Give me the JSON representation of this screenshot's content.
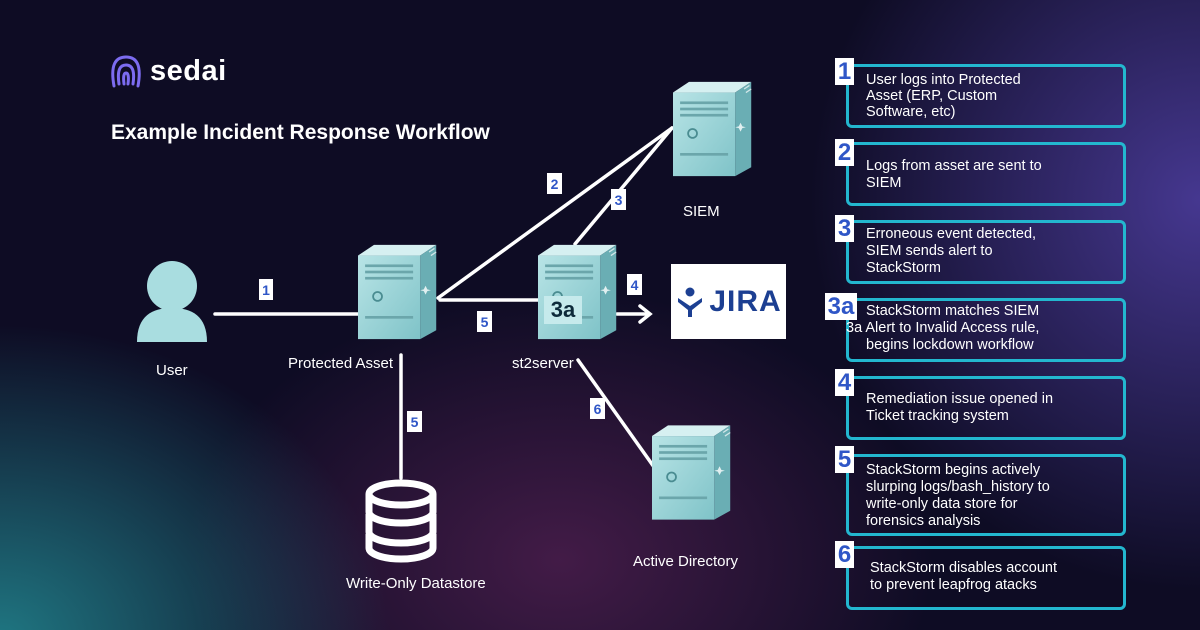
{
  "brand": {
    "name": "sedai",
    "icon": "sedai-logo-icon",
    "color": "#7c6cf0"
  },
  "title": "Example Incident Response Workflow",
  "colors": {
    "accent": "#23b7cf",
    "badge_text": "#2f56c7",
    "server": "#a9dde0",
    "person": "#a9dde0",
    "jira": "#1c3f92"
  },
  "nodes": {
    "user": "User",
    "protected_asset": "Protected Asset",
    "st2server": "st2server",
    "st2server_badge": "3a",
    "siem": "SIEM",
    "jira": "JIRA",
    "active_directory": "Active Directory",
    "datastore": "Write-Only Datastore"
  },
  "edge_labels": {
    "e1": "1",
    "e2": "2",
    "e3": "3",
    "e4": "4",
    "e5a": "5",
    "e5b": "5",
    "e6": "6"
  },
  "steps": [
    {
      "num": "1",
      "lines": [
        "User logs into Protected",
        "Asset (ERP, Custom",
        "Software, etc)"
      ]
    },
    {
      "num": "2",
      "lines": [
        "Logs from asset are sent to",
        "SIEM"
      ]
    },
    {
      "num": "3",
      "lines": [
        "Erroneous event detected,",
        "SIEM sends alert to",
        "StackStorm"
      ]
    },
    {
      "num": "3a",
      "lines": [
        "StackStorm matches SIEM",
        "3a Alert to Invalid Access rule,",
        "begins lockdown workflow"
      ]
    },
    {
      "num": "4",
      "lines": [
        "Remediation issue opened in",
        "Ticket tracking system"
      ]
    },
    {
      "num": "5",
      "lines": [
        "StackStorm begins actively",
        "slurping logs/bash_history to",
        "write-only data store for",
        "forensics analysis"
      ]
    },
    {
      "num": "6",
      "lines": [
        "StackStorm disables account",
        "to prevent leapfrog atacks"
      ]
    }
  ]
}
